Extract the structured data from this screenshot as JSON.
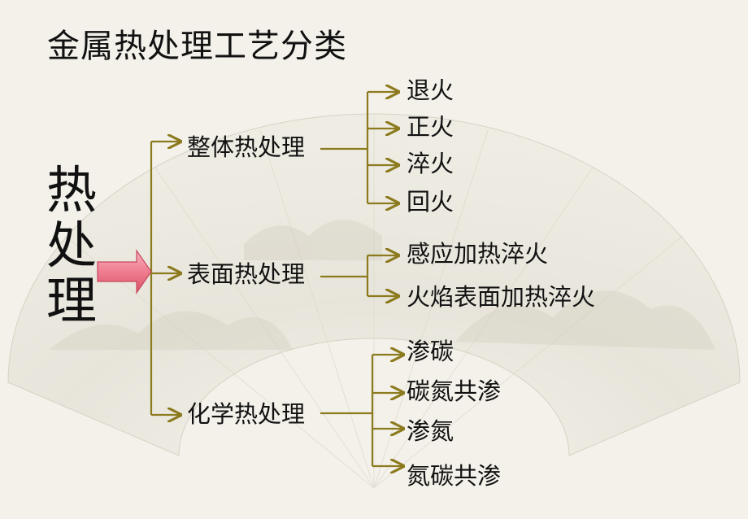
{
  "slide": {
    "title": "金属热处理工艺分类",
    "root": {
      "chars": [
        "热",
        "处",
        "理"
      ]
    },
    "branches": [
      {
        "label": "整体热处理",
        "children": [
          "退火",
          "正火",
          "淬火",
          "回火"
        ]
      },
      {
        "label": "表面热处理",
        "children": [
          "感应加热淬火",
          "火焰表面加热淬火"
        ]
      },
      {
        "label": "化学热处理",
        "children": [
          "渗碳",
          "碳氮共渗",
          "渗氮",
          "氮碳共渗"
        ]
      }
    ]
  },
  "colors": {
    "background": "#f3f1ea",
    "connector": "#8c7a1e",
    "arrow_fill": "#f08a9a",
    "arrow_stroke": "#c8485e",
    "text": "#111111"
  }
}
